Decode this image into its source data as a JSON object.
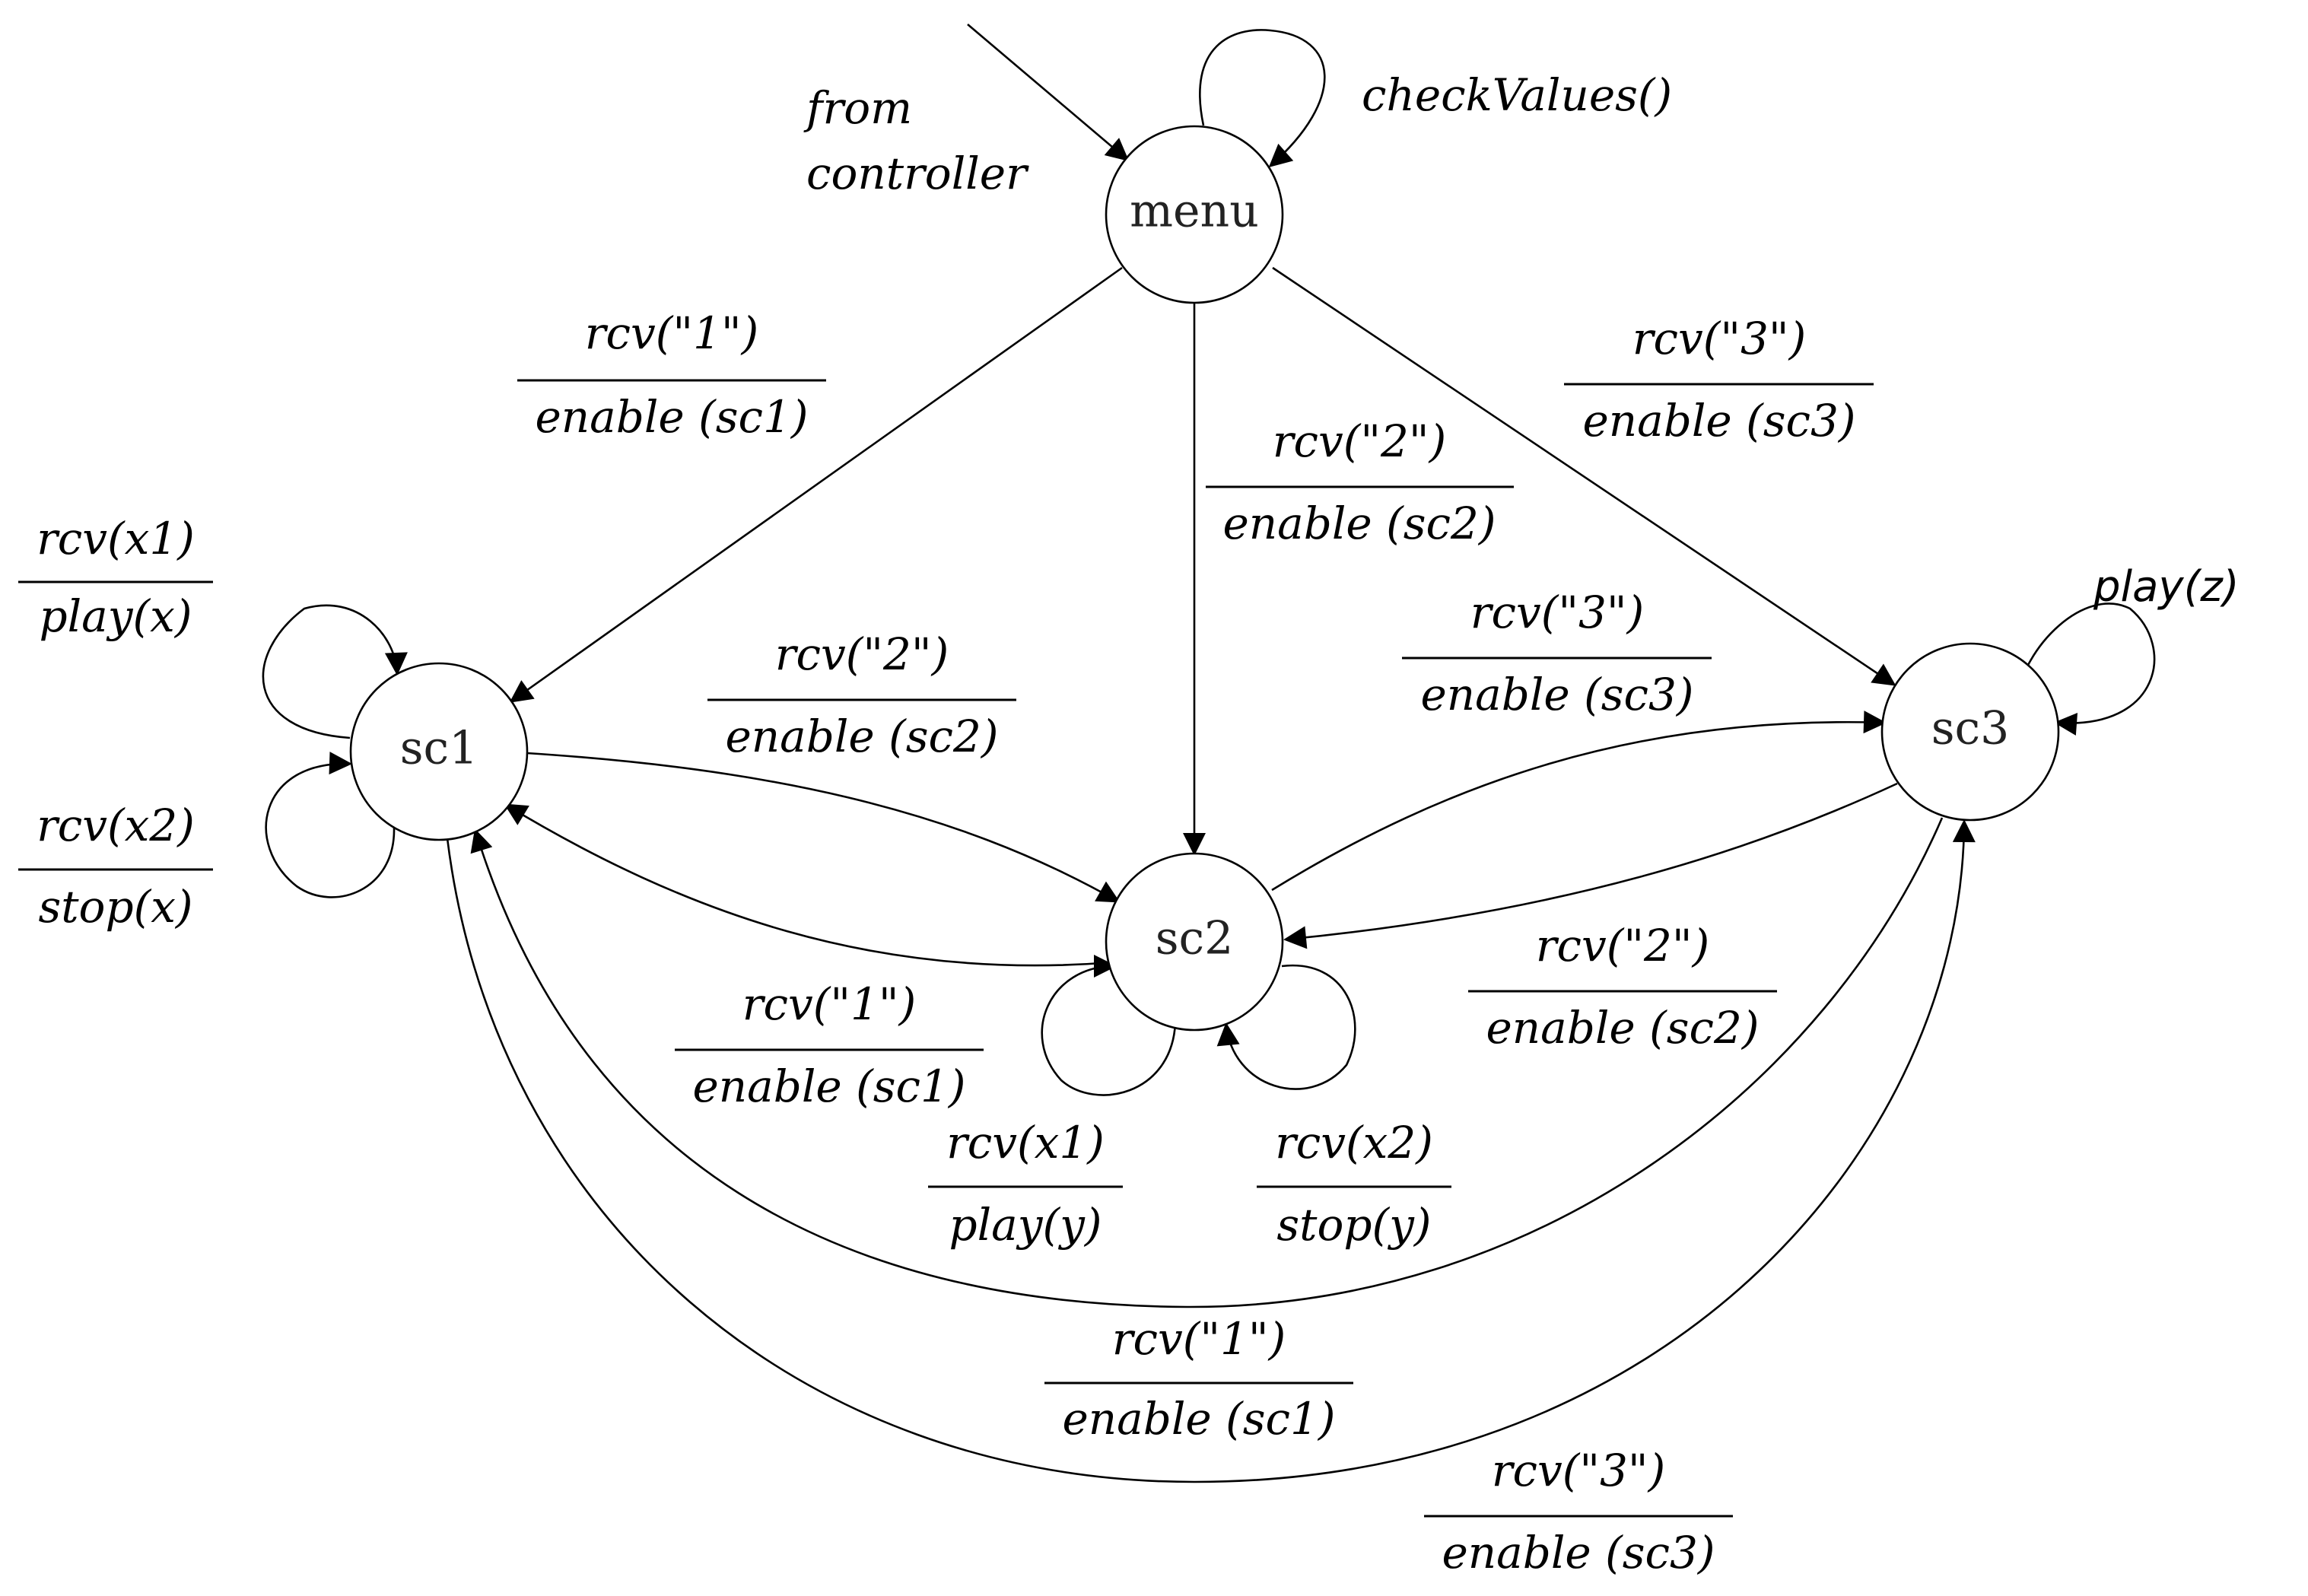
{
  "states": [
    {
      "id": "menu",
      "label": "menu"
    },
    {
      "id": "sc1",
      "label": "sc1"
    },
    {
      "id": "sc2",
      "label": "sc2"
    },
    {
      "id": "sc3",
      "label": "sc3"
    }
  ],
  "initial_transition": {
    "from_text": [
      "from",
      "controller"
    ]
  },
  "self_loops": {
    "menu": "checkValues()",
    "sc1_top": {
      "event": "rcv(x1)",
      "action": "play(x)"
    },
    "sc1_bottom": {
      "event": "rcv(x2)",
      "action": "stop(x)"
    },
    "sc2_left": {
      "event": "rcv(x1)",
      "action": "play(y)"
    },
    "sc2_right": {
      "event": "rcv(x2)",
      "action": "stop(y)"
    },
    "sc3": "play(z)"
  },
  "transitions": {
    "menu_sc1": {
      "event": "rcv(\"1\")",
      "action": "enable (sc1)"
    },
    "menu_sc2": {
      "event": "rcv(\"2\")",
      "action": "enable (sc2)"
    },
    "menu_sc3": {
      "event": "rcv(\"3\")",
      "action": "enable (sc3)"
    },
    "sc1_sc2": {
      "event": "rcv(\"2\")",
      "action": "enable (sc2)"
    },
    "sc2_sc1": {
      "event": "rcv(\"1\")",
      "action": "enable (sc1)"
    },
    "sc2_sc3": {
      "event": "rcv(\"3\")",
      "action": "enable (sc3)"
    },
    "sc3_sc2": {
      "event": "rcv(\"2\")",
      "action": "enable (sc2)"
    },
    "sc3_sc1": {
      "event": "rcv(\"1\")",
      "action": "enable (sc1)"
    },
    "sc1_sc3": {
      "event": "rcv(\"3\")",
      "action": "enable (sc3)"
    }
  }
}
